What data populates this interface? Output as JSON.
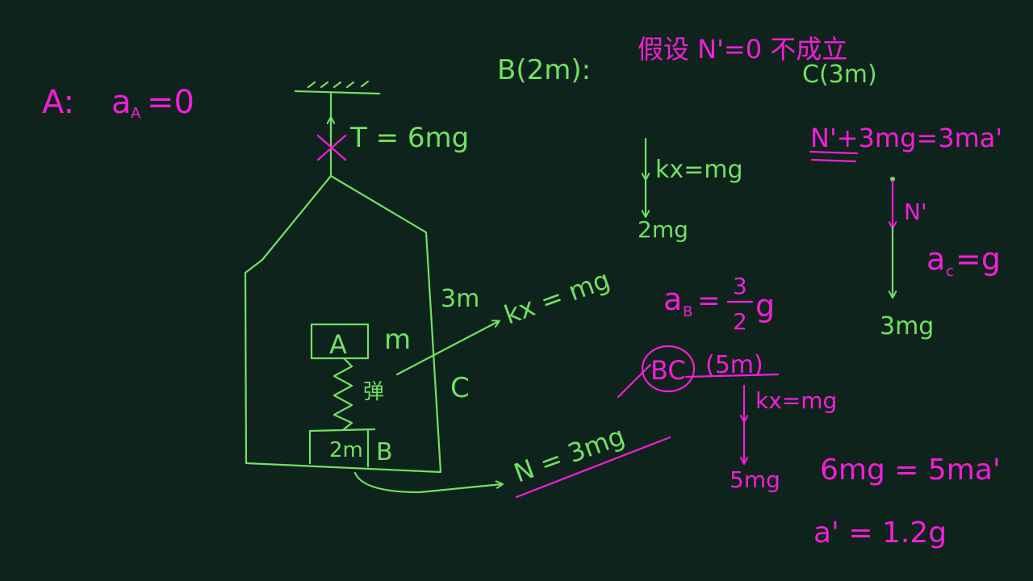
{
  "colors": {
    "background": "#0f231d",
    "green": "#72e063",
    "magenta": "#f41fd8"
  },
  "left": {
    "label_a": "A:",
    "a_a": "a",
    "a_a_sub": "A",
    "a_a_val": "=0"
  },
  "diagram": {
    "tension": "T = 6mg",
    "box_mass": "3m",
    "block_a": "A",
    "mass_a": "m",
    "block_b_mass": "2m",
    "block_b": "B",
    "spring_label": "弹",
    "box_c": "C",
    "kx": "kx = mg",
    "normal": "N = 3mg"
  },
  "b_section": {
    "header": "B(2m):",
    "kx": "kx=mg",
    "weight": "2mg",
    "accel": "a",
    "accel_sub": "B",
    "accel_eq": "=",
    "accel_num": "3",
    "accel_den": "2",
    "accel_g": "g"
  },
  "bc_section": {
    "bc": "BC",
    "mass": "(5m)",
    "kx": "kx=mg",
    "weight": "5mg",
    "eq": "6mg = 5ma'",
    "result": "a' = 1.2g"
  },
  "c_section": {
    "assume": "假设 N'=0 不成立",
    "header": "C(3m)",
    "eq": "N'+3mg=3ma'",
    "normal": "N'",
    "weight": "3mg",
    "accel": "a",
    "accel_sub": "c",
    "accel_eq": "=g"
  }
}
